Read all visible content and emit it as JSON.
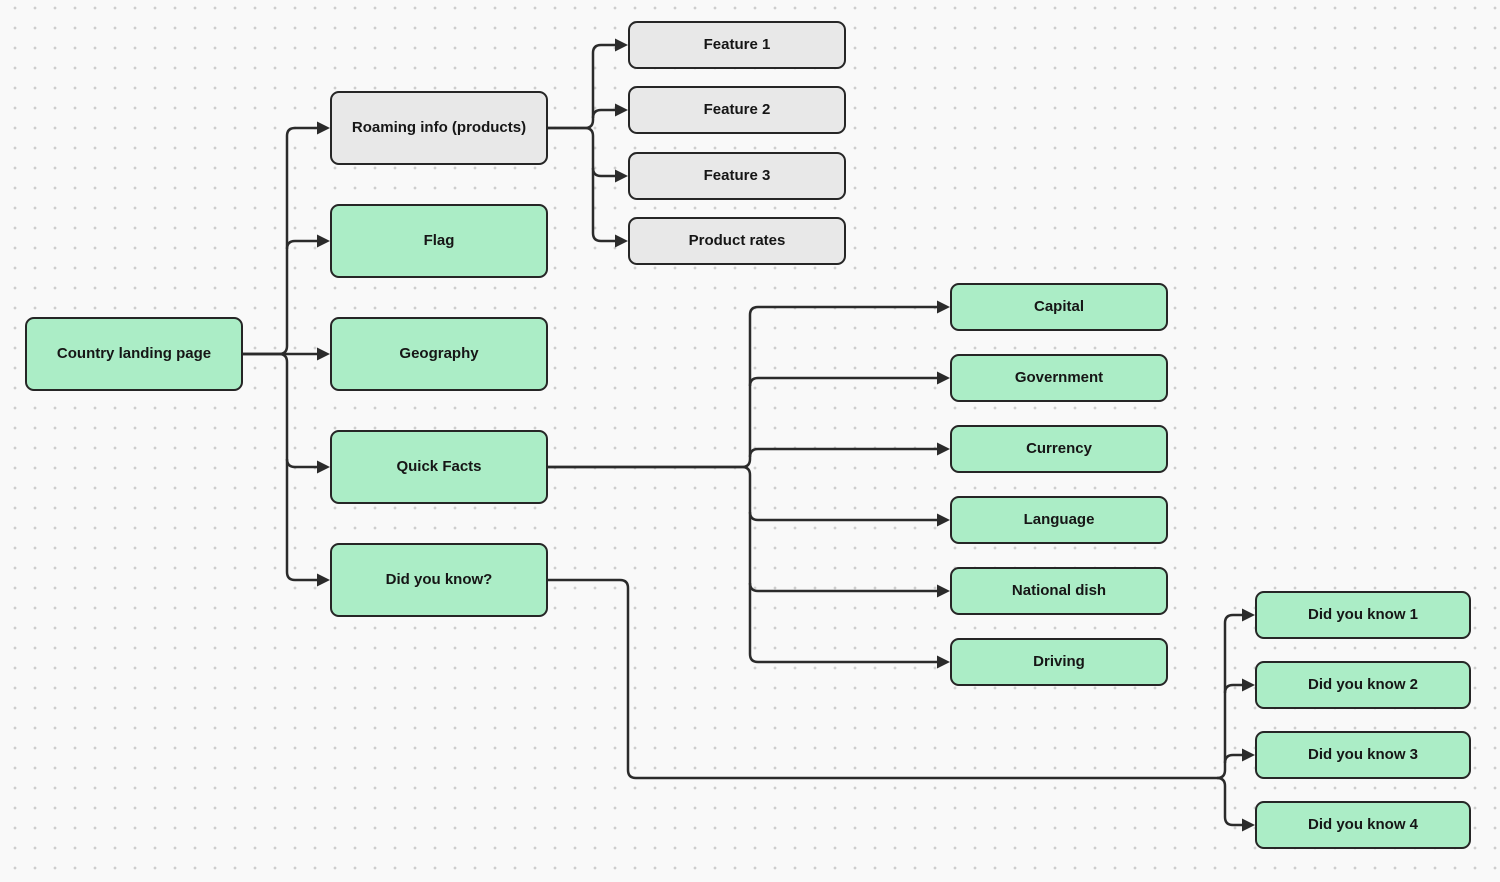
{
  "diagram": {
    "kind": "sitemap-flowchart",
    "direction": "left-to-right"
  },
  "colors": {
    "canvas_bg": "#f9f9f9",
    "grid_dot": "#cdcdcd",
    "connector": "#2b2b2b",
    "node_border": "#262626",
    "node_text": "#161616",
    "node_green": "#abedc6",
    "node_gray": "#e8e8e8"
  },
  "nodes": {
    "root": {
      "label": "Country landing page",
      "color": "green"
    },
    "roaming": {
      "label": "Roaming info (products)",
      "color": "gray"
    },
    "flag": {
      "label": "Flag",
      "color": "green"
    },
    "geography": {
      "label": "Geography",
      "color": "green"
    },
    "quick_facts": {
      "label": "Quick Facts",
      "color": "green"
    },
    "did_you_know": {
      "label": "Did you know?",
      "color": "green"
    },
    "feature_1": {
      "label": "Feature 1",
      "color": "gray"
    },
    "feature_2": {
      "label": "Feature 2",
      "color": "gray"
    },
    "feature_3": {
      "label": "Feature 3",
      "color": "gray"
    },
    "product_rates": {
      "label": "Product rates",
      "color": "gray"
    },
    "capital": {
      "label": "Capital",
      "color": "green"
    },
    "government": {
      "label": "Government",
      "color": "green"
    },
    "currency": {
      "label": "Currency",
      "color": "green"
    },
    "language": {
      "label": "Language",
      "color": "green"
    },
    "national_dish": {
      "label": "National dish",
      "color": "green"
    },
    "driving": {
      "label": "Driving",
      "color": "green"
    },
    "did_you_know_1": {
      "label": "Did you know 1",
      "color": "green"
    },
    "did_you_know_2": {
      "label": "Did you know 2",
      "color": "green"
    },
    "did_you_know_3": {
      "label": "Did you know 3",
      "color": "green"
    },
    "did_you_know_4": {
      "label": "Did you know 4",
      "color": "green"
    }
  },
  "edges": [
    {
      "from": "root",
      "to": "roaming"
    },
    {
      "from": "root",
      "to": "flag"
    },
    {
      "from": "root",
      "to": "geography"
    },
    {
      "from": "root",
      "to": "quick_facts"
    },
    {
      "from": "root",
      "to": "did_you_know"
    },
    {
      "from": "roaming",
      "to": "feature_1"
    },
    {
      "from": "roaming",
      "to": "feature_2"
    },
    {
      "from": "roaming",
      "to": "feature_3"
    },
    {
      "from": "roaming",
      "to": "product_rates"
    },
    {
      "from": "quick_facts",
      "to": "capital"
    },
    {
      "from": "quick_facts",
      "to": "government"
    },
    {
      "from": "quick_facts",
      "to": "currency"
    },
    {
      "from": "quick_facts",
      "to": "language"
    },
    {
      "from": "quick_facts",
      "to": "national_dish"
    },
    {
      "from": "quick_facts",
      "to": "driving"
    },
    {
      "from": "did_you_know",
      "to": "did_you_know_1"
    },
    {
      "from": "did_you_know",
      "to": "did_you_know_2"
    },
    {
      "from": "did_you_know",
      "to": "did_you_know_3"
    },
    {
      "from": "did_you_know",
      "to": "did_you_know_4"
    }
  ]
}
